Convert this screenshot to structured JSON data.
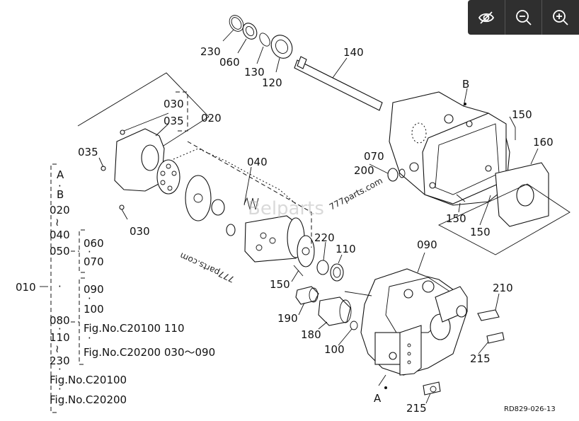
{
  "toolbar": {
    "buttons": [
      {
        "name": "hide-icon"
      },
      {
        "name": "zoom-out-icon"
      },
      {
        "name": "zoom-in-icon"
      }
    ]
  },
  "diagram": {
    "ref_code": "RD829-026-13",
    "watermarks": {
      "center": "Belparts",
      "tag1": "777parts.com",
      "tag2": "777parts.com"
    },
    "callouts": {
      "p230": "230",
      "p060": "060",
      "p130": "130",
      "p120": "120",
      "p140": "140",
      "pB": "B",
      "p150a": "150",
      "p160": "160",
      "p070": "070",
      "p200": "200",
      "p150b": "150",
      "p150c": "150",
      "p030a": "030",
      "p035a": "035",
      "p020": "020",
      "p035b": "035",
      "p030b": "030",
      "p040": "040",
      "p220": "220",
      "p110": "110",
      "p150d": "150",
      "p090": "090",
      "p210": "210",
      "p190": "190",
      "p180": "180",
      "p100": "100",
      "p215a": "215",
      "pA": "A",
      "p215b": "215"
    },
    "tree": {
      "root": "010",
      "a": "A",
      "b": "B",
      "n020": "020",
      "n040": "040",
      "n050": "050",
      "n060": "060",
      "n070": "070",
      "n090": "090",
      "n100": "100",
      "fig1_text": "Fig.No.C20100  110",
      "fig2_text": "Fig.No.C20200  030～090",
      "n080": "080",
      "n110": "110",
      "n230": "230",
      "fig3": "Fig.No.C20100",
      "fig4": "Fig.No.C20200",
      "tilde": "≀",
      "dot": "·"
    }
  }
}
